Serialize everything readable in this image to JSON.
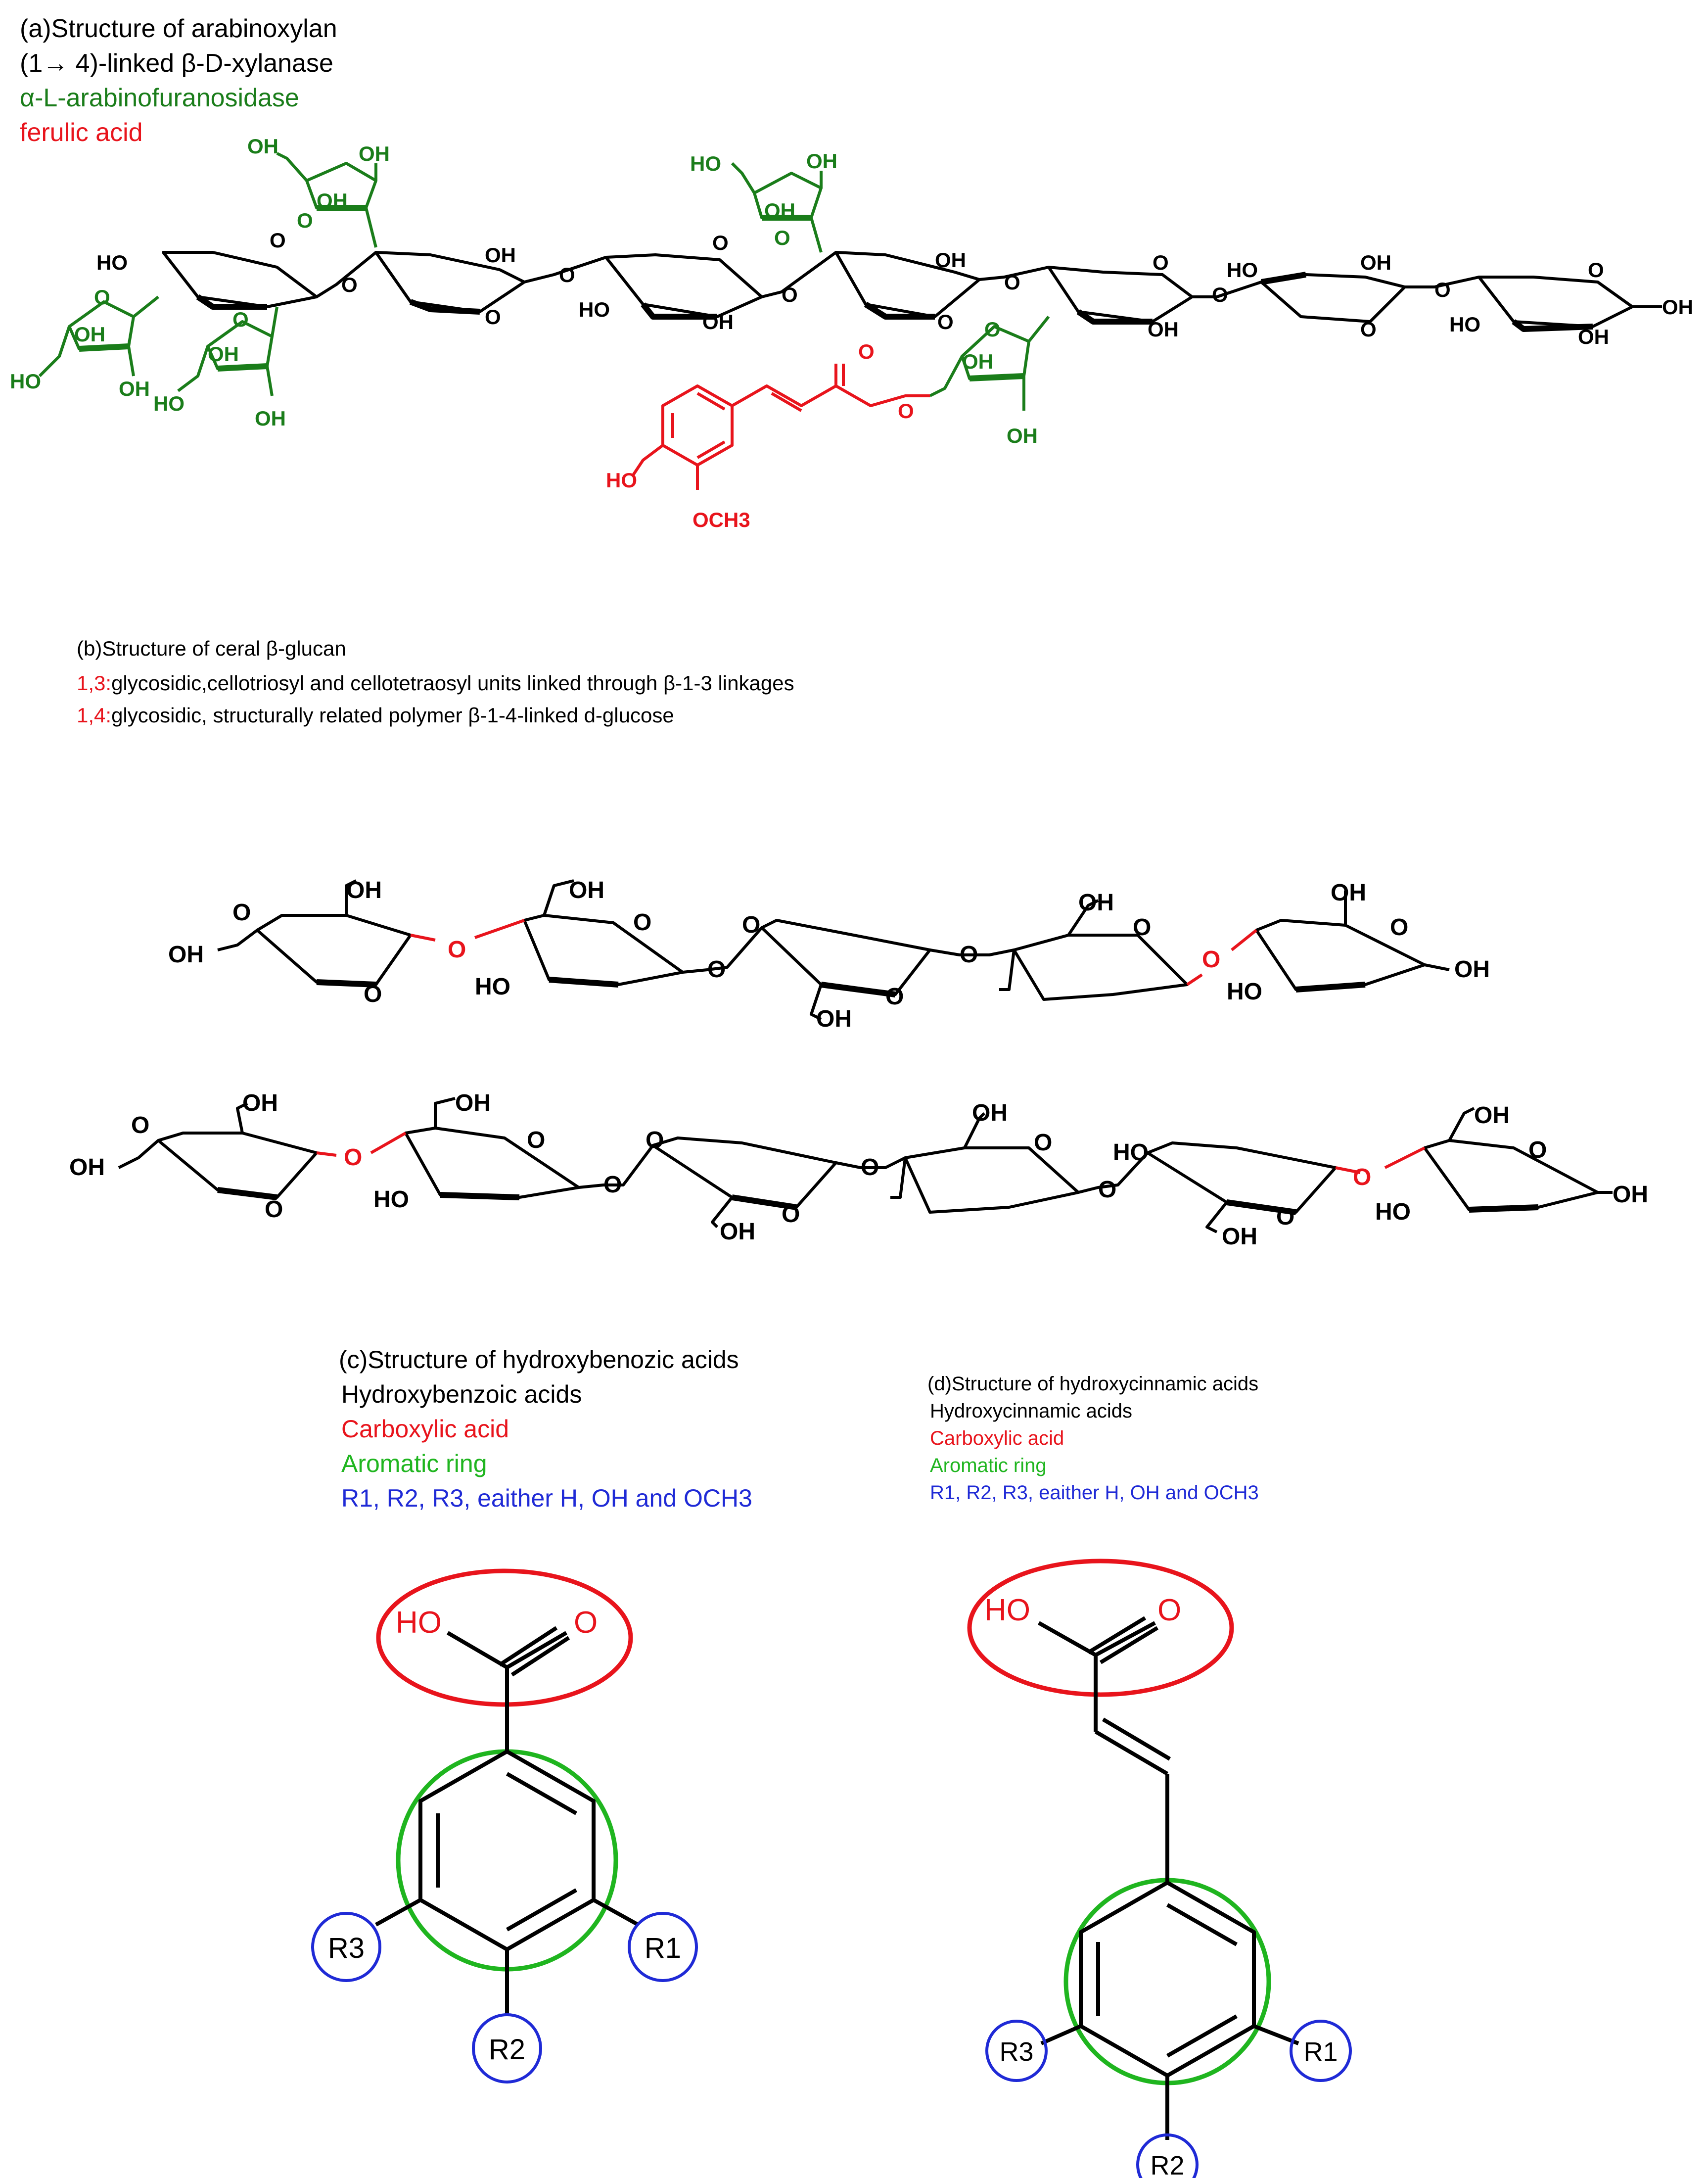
{
  "colors": {
    "black": "#000000",
    "green": "#1a7d1a",
    "red": "#e8141c",
    "ring_green": "#1fb51f",
    "blue": "#1f2ad6"
  },
  "panel_a": {
    "title": "(a)Structure of arabinoxylan",
    "legend_black": "(1→ 4)-linked β-D-xylanase",
    "legend_green": "α-L-arabinofuranosidase",
    "legend_red": "ferulic acid",
    "labels": {
      "oh": "OH",
      "ho": "HO",
      "o": "O",
      "och3": "OCH3"
    }
  },
  "panel_b": {
    "title": "(b)Structure of ceral β-glucan",
    "line1_prefix": "1,3:",
    "line1_text": "glycosidic,cellotriosyl and cellotetraosyl units linked through β-1-3 linkages",
    "line2_prefix": "1,4:",
    "line2_text": "glycosidic, structurally related polymer β-1-4-linked d-glucose"
  },
  "panel_c": {
    "title": "(c)Structure of hydroxybenozic acids",
    "line_black": "Hydroxybenzoic acids",
    "line_red": "Carboxylic acid",
    "line_green": "Aromatic ring",
    "line_blue": "R1, R2, R3, eaither H, OH and OCH3",
    "ho": "HO",
    "o": "O",
    "r1": "R1",
    "r2": "R2",
    "r3": "R3"
  },
  "panel_d": {
    "title": "(d)Structure of hydroxycinnamic acids",
    "line_black": "Hydroxycinnamic acids",
    "line_red": "Carboxylic acid",
    "line_green": "Aromatic ring",
    "line_blue": "R1, R2, R3, eaither H, OH and OCH3",
    "ho": "HO",
    "o": "O",
    "r1": "R1",
    "r2": "R2",
    "r3": "R3"
  }
}
